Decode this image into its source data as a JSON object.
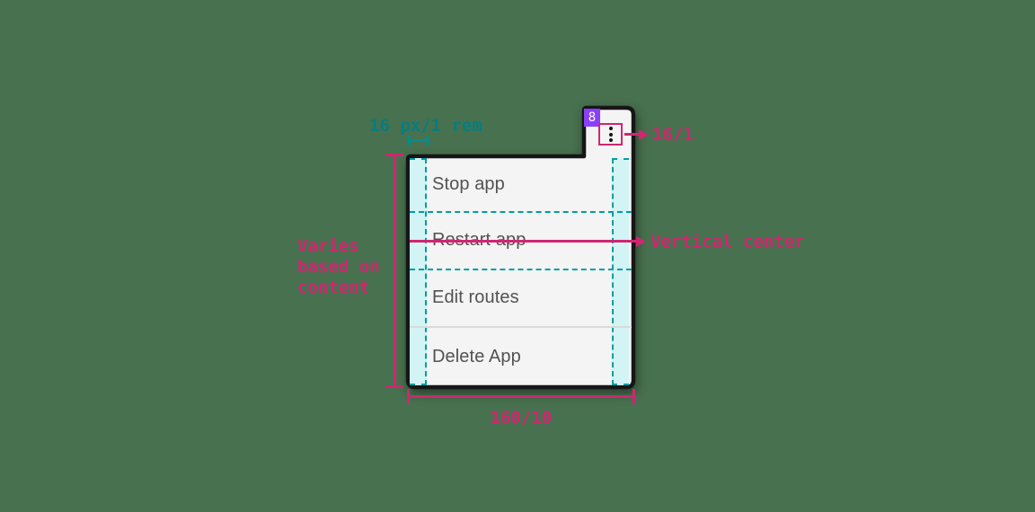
{
  "menu": {
    "badge_count": "8",
    "items": [
      "Stop app",
      "Restart app",
      "Edit routes",
      "Delete App"
    ],
    "icon": "overflow-menu-kebab-icon"
  },
  "annotations": {
    "padding_label": "16 px/1 rem",
    "icon_size_label": "16/1",
    "vertical_center_label": "Vertical center",
    "height_label": "Varies\nbased on\ncontent",
    "width_label": "160/10"
  },
  "colors": {
    "canvas_background": "#48714f",
    "annotation_magenta": "#d02670",
    "annotation_teal": "#077d80",
    "spacer_cyan_fill": "#d2f4f4",
    "spacer_dash_teal": "#009da3",
    "badge_purple": "#8a3ffc",
    "menu_background": "#f4f4f4",
    "menu_outline": "#161616",
    "menu_item_text": "#525252"
  }
}
